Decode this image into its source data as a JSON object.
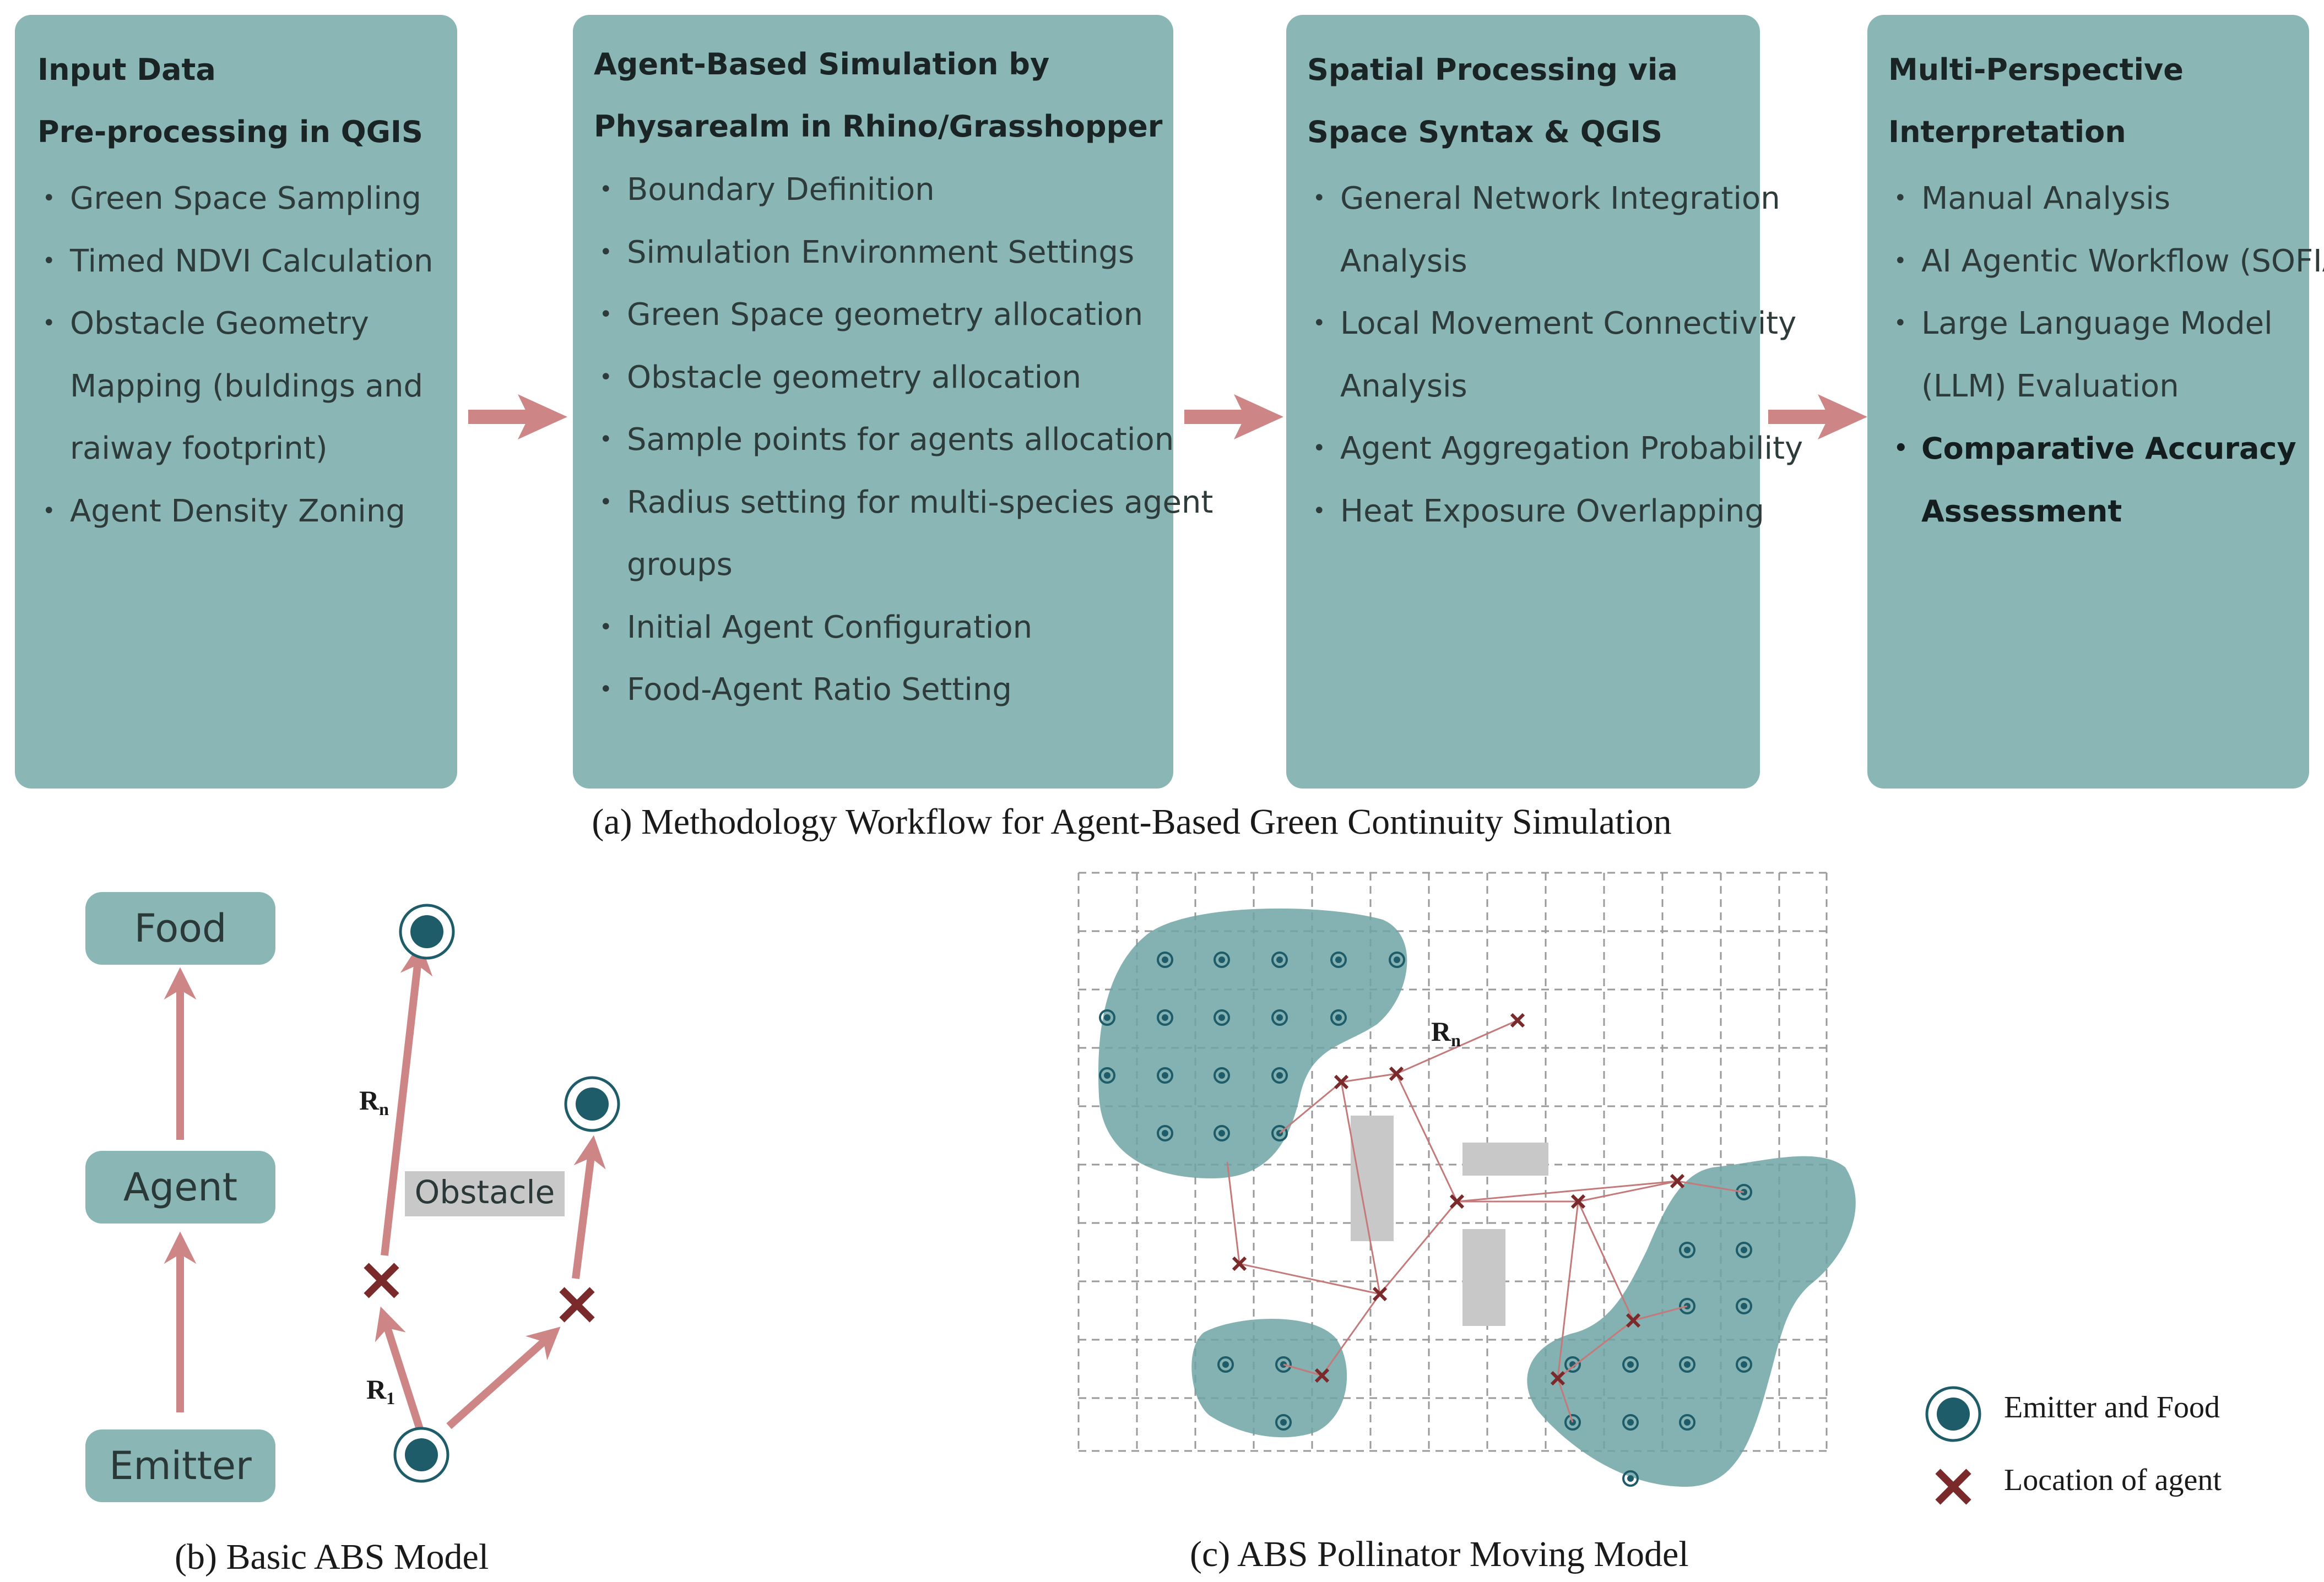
{
  "workflow": {
    "boxes": [
      {
        "title_lines": [
          "Input Data",
          "Pre-processing in QGIS"
        ],
        "bullets": [
          [
            "Green Space Sampling"
          ],
          [
            "Timed NDVI Calculation"
          ],
          [
            "Obstacle Geometry",
            "Mapping (buldings and",
            "raiway footprint)"
          ],
          [
            "Agent Density Zoning"
          ]
        ]
      },
      {
        "title_lines": [
          "Agent-Based Simulation by",
          "Physarealm in Rhino/Grasshopper"
        ],
        "bullets": [
          [
            "Boundary Definition"
          ],
          [
            "Simulation Environment Settings"
          ],
          [
            "Green Space geometry allocation"
          ],
          [
            "Obstacle geometry allocation"
          ],
          [
            "Sample points for agents allocation"
          ],
          [
            "Radius setting for multi-species agent",
            "groups"
          ],
          [
            "Initial Agent Configuration"
          ],
          [
            "Food-Agent Ratio Setting"
          ]
        ]
      },
      {
        "title_lines": [
          "Spatial Processing via",
          "Space Syntax & QGIS"
        ],
        "bullets": [
          [
            "General Network Integration",
            "Analysis"
          ],
          [
            "Local Movement Connectivity",
            "Analysis"
          ],
          [
            "Agent Aggregation Probability"
          ],
          [
            "Heat Exposure Overlapping"
          ]
        ]
      },
      {
        "title_lines": [
          "Multi-Perspective",
          "Interpretation"
        ],
        "bullets": [
          [
            "Manual Analysis"
          ],
          [
            "AI Agentic Workflow (SOFIA)"
          ],
          [
            "Large Language Model",
            "(LLM) Evaluation"
          ],
          [
            "Comparative Accuracy",
            "Assessment"
          ]
        ],
        "bold_bullet_index": 3
      }
    ],
    "caption": "(a) Methodology Workflow for Agent-Based Green Continuity Simulation"
  },
  "basic_model": {
    "nodes": [
      "Food",
      "Agent",
      "Emitter"
    ],
    "obstacle_label": "Obstacle",
    "radius_labels": {
      "r1": "R",
      "r1_sub": "1",
      "rn": "R",
      "rn_sub": "n"
    },
    "caption": "(b) Basic ABS Model"
  },
  "moving_model": {
    "radius_label": "R",
    "radius_sub": "n",
    "caption": "(c) ABS Pollinator Moving Model"
  },
  "legend": {
    "emitter_food": "Emitter and Food",
    "agent_location": "Location of agent"
  },
  "colors": {
    "box": "#8ab6b6",
    "arrow": "#cd8585",
    "emitter": "#1d5c68",
    "agent": "#7a2a2a",
    "obstacle": "#c8c8c8",
    "green_area": "#6fa3a3"
  }
}
